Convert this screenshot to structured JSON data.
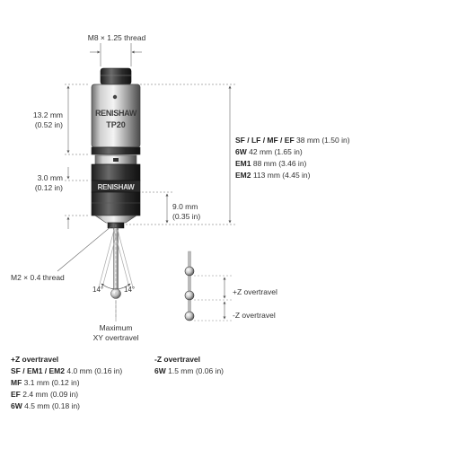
{
  "callouts": {
    "thread_top": "M8 × 1.25 thread",
    "dim_13_2_mm": "13.2 mm",
    "dim_13_2_in": "(0.52 in)",
    "dim_3_0_mm": "3.0 mm",
    "dim_3_0_in": "(0.12 in)",
    "dim_9_0_mm": "9.0 mm",
    "dim_9_0_in": "(0.35 in)",
    "thread_stylus": "M2 × 0.4 thread",
    "angle_left": "14°",
    "angle_right": "14°",
    "max_xy_line1": "Maximum",
    "max_xy_line2": "XY overtravel",
    "plus_z": "+Z overtravel",
    "minus_z": "-Z overtravel"
  },
  "probe_labels": {
    "brand_upper": "RENISHAW",
    "model": "TP20",
    "brand_lower": "RENISHAW"
  },
  "lengths": [
    {
      "models": "SF / LF / MF / EF",
      "value": "38 mm (1.50 in)"
    },
    {
      "models": "6W",
      "value": "42 mm (1.65 in)"
    },
    {
      "models": "EM1",
      "value": "88 mm (3.46 in)"
    },
    {
      "models": "EM2",
      "value": "113 mm (4.45 in)"
    }
  ],
  "plus_z_table": {
    "title": "+Z overtravel",
    "rows": [
      {
        "models": "SF / EM1 / EM2",
        "value": "4.0 mm (0.16 in)"
      },
      {
        "models": "MF",
        "value": "3.1 mm (0.12 in)"
      },
      {
        "models": "EF",
        "value": "2.4 mm (0.09 in)"
      },
      {
        "models": "6W",
        "value": "4.5 mm (0.18 in)"
      }
    ]
  },
  "minus_z_table": {
    "title": "-Z overtravel",
    "rows": [
      {
        "models": "6W",
        "value": "1.5 mm (0.06 in)"
      }
    ]
  }
}
